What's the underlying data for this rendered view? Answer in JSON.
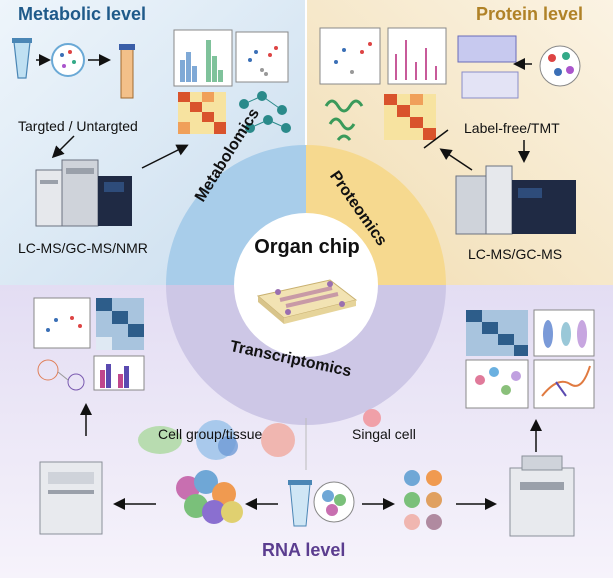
{
  "center": {
    "label": "Organ chip"
  },
  "ring": {
    "metabolomics": "Metabolomics",
    "proteomics": "Proteomics",
    "transcriptomics": "Transcriptomics"
  },
  "quadrants": {
    "metabolic": {
      "title": "Metabolic level",
      "method_label": "Targted / Untargted",
      "instrument_label": "LC-MS/GC-MS/NMR"
    },
    "protein": {
      "title": "Protein level",
      "method_label": "Label-free/TMT",
      "instrument_label": "LC-MS/GC-MS"
    },
    "rna": {
      "title": "RNA level",
      "cell_group_label": "Cell group/tissue",
      "single_cell_label": "Singal cell"
    }
  },
  "colors": {
    "metabolic_bg": "#dce9f5",
    "protein_bg": "#f8ecd4",
    "rna_bg": "#ebe6f5",
    "metabolomics_ring": "#a8cdea",
    "proteomics_ring": "#f6d98f",
    "transcriptomics_ring": "#cdc7e6",
    "title_blue": "#1f5a8a",
    "title_gold": "#b08227",
    "title_purple": "#5b3d8f"
  }
}
